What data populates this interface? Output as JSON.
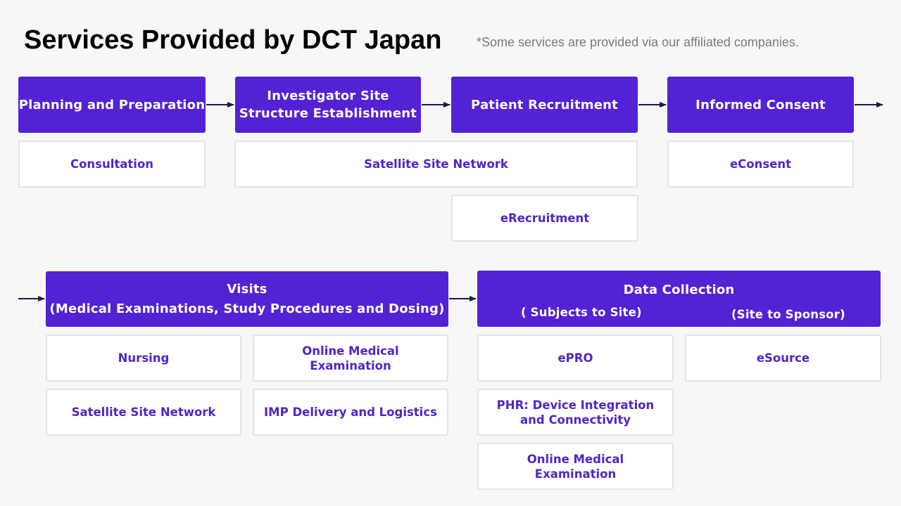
{
  "title": "Services Provided by DCT Japan",
  "note": "*Some services are provided via our affiliated companies.",
  "stages": {
    "planning": "Planning and Preparation",
    "investigator_line1": "Investigator Site",
    "investigator_line2": "Structure Establishment",
    "recruitment": "Patient Recruitment",
    "consent": "Informed Consent",
    "visits_line1": "Visits",
    "visits_line2": "(Medical Examinations, Study Procedures and Dosing)",
    "data_collection": "Data Collection",
    "data_sub_left": "( Subjects to Site)",
    "data_sub_right": "(Site to Sponsor)"
  },
  "services": {
    "consultation": "Consultation",
    "satellite_top": "Satellite Site Network",
    "econsent": "eConsent",
    "erecruitment": "eRecruitment",
    "nursing": "Nursing",
    "online_exam_visits": "Online Medical Examination",
    "satellite_bottom": "Satellite Site Network",
    "imp_delivery": "IMP Delivery and Logistics",
    "epro": "ePRO",
    "esource": "eSource",
    "phr": "PHR: Device Integration and Connectivity",
    "online_exam_data": "Online Medical Examination"
  },
  "colors": {
    "header_fill": "#5222d4",
    "service_text": "#5125c8",
    "card_border": "#e3e2ec",
    "arrow": "#1e1846",
    "background": "#f7f7f8"
  }
}
